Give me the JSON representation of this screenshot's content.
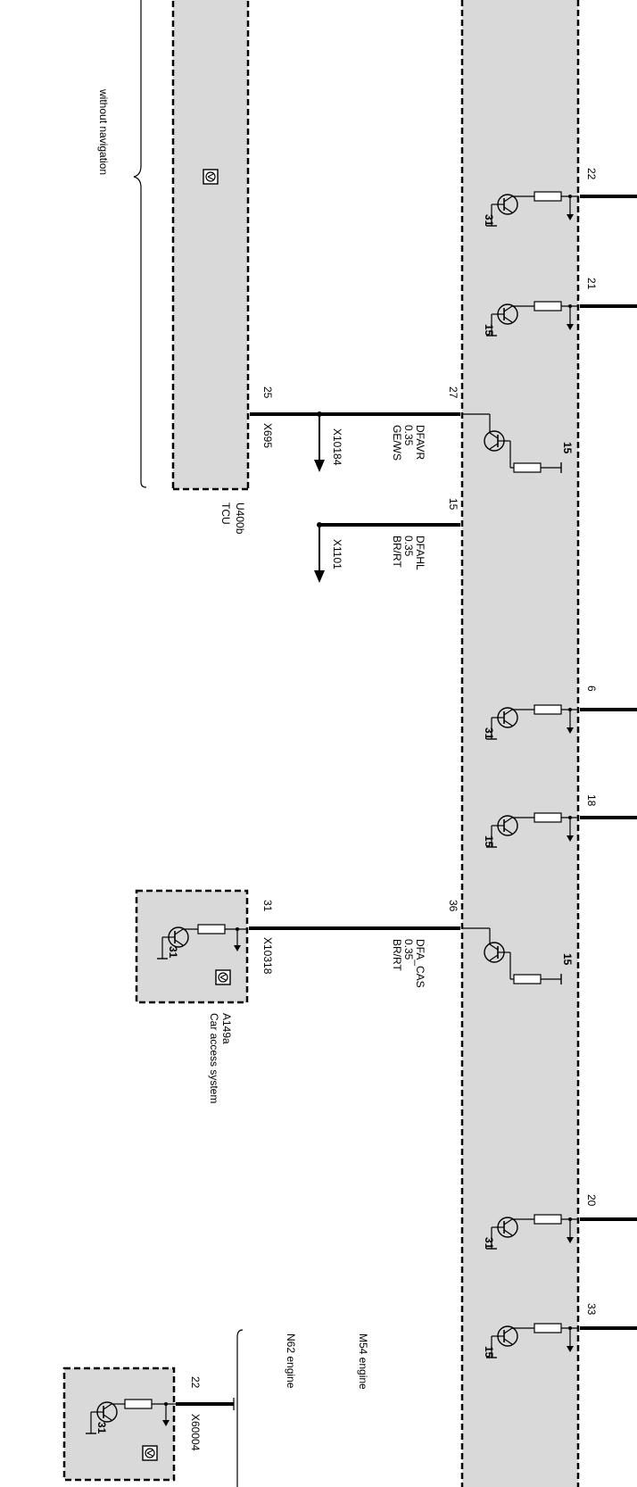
{
  "labels": {
    "without_navigation": "without navigation",
    "tcu_id": "U400b",
    "tcu_name": "TCU",
    "cas_id": "A149a",
    "cas_name": "Car access system",
    "m54": "M54 engine",
    "n62": "N62 engine"
  },
  "pins": {
    "p22_top": "22",
    "p21": "21",
    "p27": "27",
    "p15_top": "15",
    "p25": "25",
    "p6": "6",
    "p18": "18",
    "p36": "36",
    "p31_cas": "31",
    "p20": "20",
    "p33": "33",
    "p22_bottom": "22"
  },
  "connectors": {
    "x695": "X695",
    "x10184": "X10184",
    "x1101": "X1101",
    "x10318": "X10318",
    "x60004": "X60004"
  },
  "wires": {
    "dfavr": {
      "name": "DFAVR",
      "size": "0.35",
      "color": "GE/WS"
    },
    "dfahl": {
      "name": "DFAHL",
      "size": "0.35",
      "color": "BR/RT"
    },
    "dfa_cas": {
      "name": "DFA_CAS",
      "size": "0.35",
      "color": "BR/RT"
    }
  },
  "terminals": {
    "t31": "31",
    "t15": "15"
  },
  "style": {
    "module_fill": "#d9d9d9",
    "line": "#000000"
  }
}
